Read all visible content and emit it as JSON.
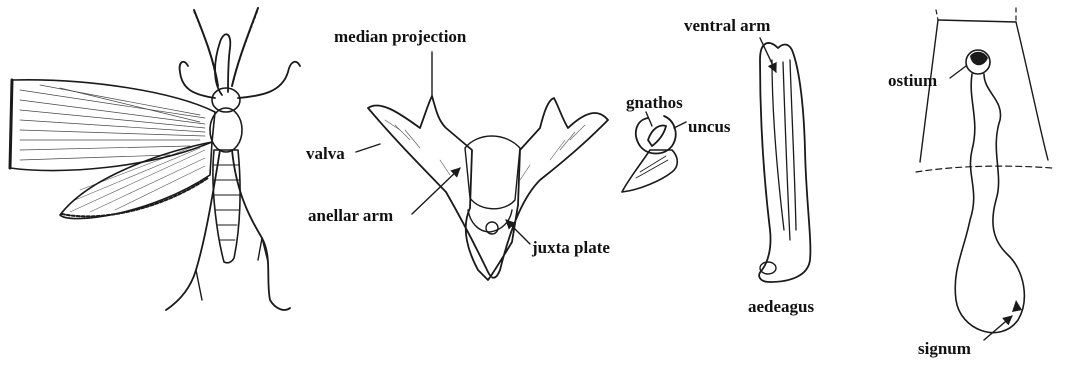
{
  "labels": {
    "median_projection": "median projection",
    "valva": "valva",
    "anellar_arm": "anellar arm",
    "juxta_plate": "juxta plate",
    "gnathos": "gnathos",
    "uncus": "uncus",
    "ventral_arm": "ventral arm",
    "aedeagus": "aedeagus",
    "ostium": "ostium",
    "signum": "signum"
  },
  "colors": {
    "ink": "#1a1a1a",
    "background": "#ffffff"
  }
}
